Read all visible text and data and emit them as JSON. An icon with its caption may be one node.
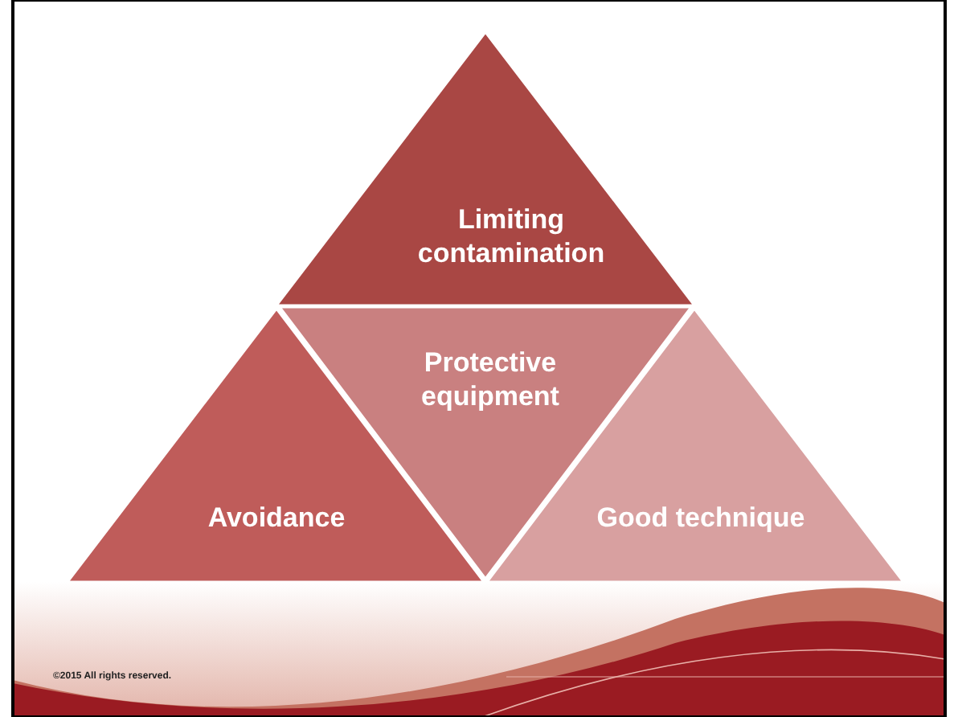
{
  "diagram": {
    "nodes": [
      {
        "text": [
          "Limiting contamination"
        ]
      },
      {
        "text": [
          "Avoidance"
        ]
      },
      {
        "text": [
          "Protective equipment"
        ]
      },
      {
        "text": [
          "Good technique"
        ]
      }
    ],
    "labels": [
      "©2015 All rights reserved."
    ]
  }
}
